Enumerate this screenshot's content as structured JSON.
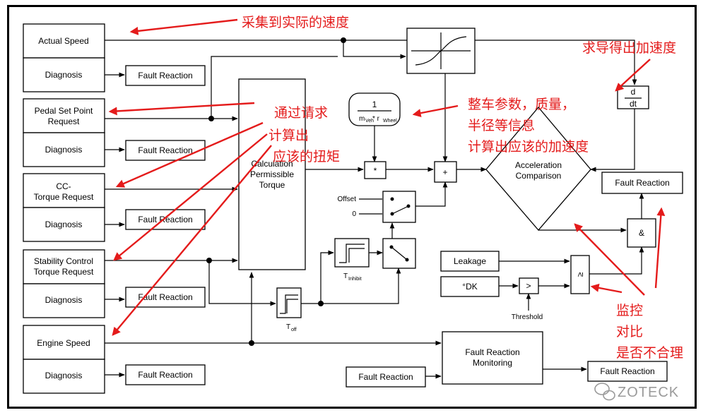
{
  "inputs": {
    "actual_speed": "Actual Speed",
    "pedal_set_point": [
      "Pedal Set Point",
      "Request"
    ],
    "cc_torque": [
      "CC-",
      "Torque Request"
    ],
    "stability_control": [
      "Stability Control",
      "Torque Request"
    ],
    "engine_speed": "Engine Speed",
    "diagnosis": "Diagnosis"
  },
  "blocks": {
    "fault_reaction": "Fault Reaction",
    "calculation": [
      "Calculation",
      "Permissible",
      "Torque"
    ],
    "acceleration_comparison": [
      "Acceleration",
      "Comparison"
    ],
    "fault_reaction_monitoring": [
      "Fault Reaction",
      "Monitoring"
    ],
    "mass_radius_num": "1",
    "mass_radius_den": "m",
    "mass_radius_den_sub": "Veh",
    "mass_radius_mid": " * r",
    "mass_radius_den_sub2": "Wheel",
    "multiply": "*",
    "plus": "+",
    "and": "&",
    "deriv_num": "d",
    "deriv_den": "dt",
    "offset": "Offset",
    "zero": "0",
    "leakage": "Leakage",
    "dk": "°DK",
    "greater": ">",
    "geq": "≥",
    "threshold": "Threshold",
    "t_inhibit": "T",
    "t_inhibit_sub": "Inhibit",
    "t_off": "T",
    "t_off_sub": "off"
  },
  "annotations": {
    "actual_speed_note": "采集到实际的速度",
    "derivative_note": "求导得出加速度",
    "request_note": [
      "通过请求",
      "计算出",
      "应该的扭矩"
    ],
    "vehicle_params_note": [
      "整车参数，质量，",
      "半径等信息",
      "计算出应该的加速度"
    ],
    "monitor_note": [
      "监控",
      "对比",
      "是否不合理"
    ]
  },
  "watermark": {
    "icon": "wechat-icon",
    "text": "ZOTECK"
  },
  "colors": {
    "annotation": "#e41b1b",
    "line": "#000000"
  }
}
